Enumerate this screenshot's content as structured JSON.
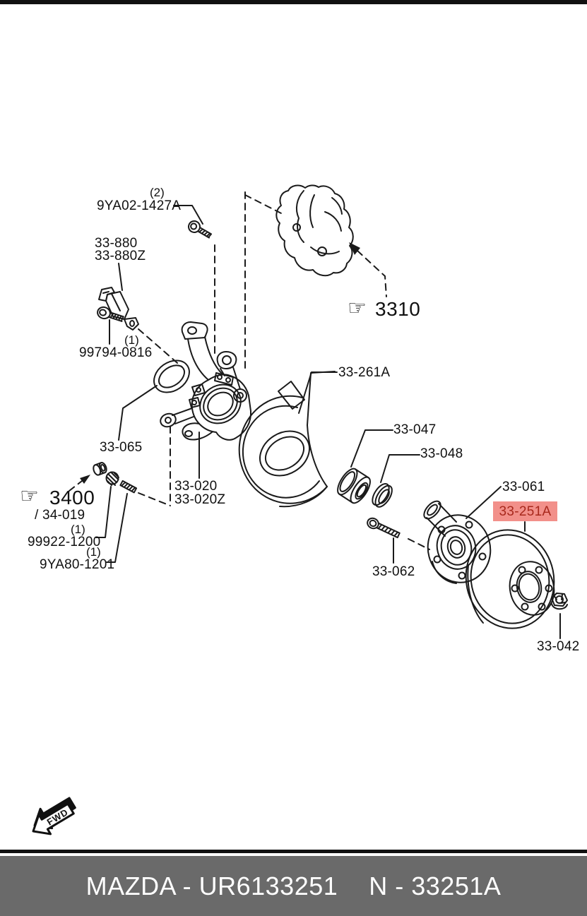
{
  "page": {
    "background": "#ffffff",
    "line_color": "#1a1a1a"
  },
  "diagram": {
    "labels": {
      "bolt_9ya02": {
        "part": "9YA02-1427A",
        "qty": "(2)"
      },
      "bracket_33880": {
        "part": "33-880"
      },
      "bracket_33880z": {
        "part": "33-880Z"
      },
      "bolt_99794": {
        "part": "99794-0816",
        "qty": "(1)"
      },
      "seal_33065": {
        "part": "33-065"
      },
      "ref_3400": {
        "code": "3400",
        "sub": "/ 34-019"
      },
      "nut_99922": {
        "part": "99922-1200",
        "qty": "(1)"
      },
      "stud_9ya80": {
        "part": "9YA80-1201",
        "qty": "(1)"
      },
      "knuckle_33020": {
        "part": "33-020"
      },
      "knuckle_33020z": {
        "part": "33-020Z"
      },
      "shield_33261a": {
        "part": "33-261A"
      },
      "bearing_33047": {
        "part": "33-047"
      },
      "seal_33048": {
        "part": "33-048"
      },
      "hub_33061": {
        "part": "33-061"
      },
      "disc_33251a": {
        "part": "33-251A"
      },
      "stud_33062": {
        "part": "33-062"
      },
      "ref_3310": {
        "code": "3310"
      },
      "nut_33042": {
        "part": "33-042"
      }
    },
    "highlight": {
      "background": "#f2908a",
      "text_color": "#a8281c"
    },
    "hand_icon_glyph": "☞",
    "fwd_label": "FWD"
  },
  "footer": {
    "background": "#6a6a6a",
    "text_color": "#ffffff",
    "catalog_code": "MAZDA - UR6133251",
    "part_code": "N - 33251A"
  }
}
